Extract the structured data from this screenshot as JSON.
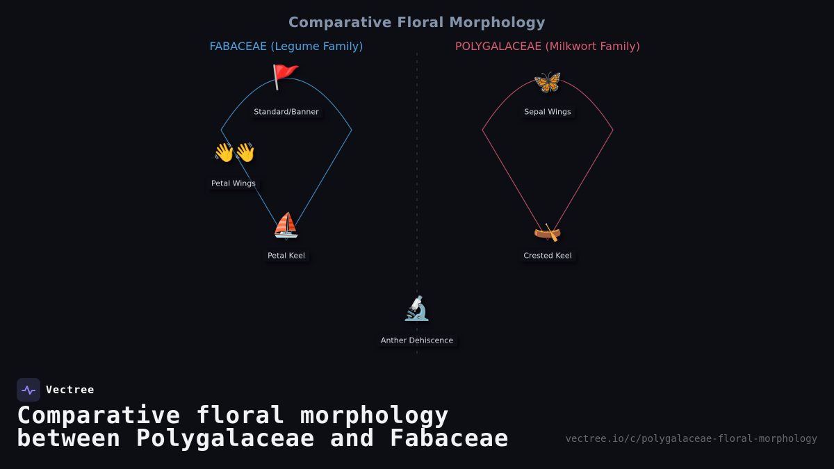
{
  "title": "Comparative Floral Morphology",
  "colors": {
    "background": "#0d0d14",
    "title": "#8393a9",
    "fabaceae": "#4aa3e0",
    "polygalaceae": "#d95d72",
    "divider": "#6b6b78",
    "label": "#d6d9dd",
    "headline": "#f2f3f5",
    "url": "#67676f",
    "logo_bg": "#232339",
    "logo_stroke": "#8f85f2"
  },
  "panels": {
    "left": {
      "heading": "FABACEAE (Legume Family)",
      "nodes": {
        "top": {
          "icon": "🚩",
          "label": "Standard/Banner"
        },
        "side": {
          "icon": "👋👋",
          "label": "Petal Wings"
        },
        "bottom": {
          "icon": "⛵",
          "label": "Petal Keel"
        }
      }
    },
    "right": {
      "heading": "POLYGALACEAE (Milkwort Family)",
      "nodes": {
        "top": {
          "icon": "🦋",
          "label": "Sepal Wings"
        },
        "bottom": {
          "icon": "🛶",
          "label": "Crested Keel"
        }
      }
    },
    "center_node": {
      "icon": "🔬",
      "label": "Anther Dehiscence"
    }
  },
  "footer": {
    "brand": "Vectree",
    "headline_line1": "Comparative floral morphology",
    "headline_line2": "between Polygalaceae and Fabaceae",
    "url": "vectree.io/c/polygalaceae-floral-morphology"
  }
}
